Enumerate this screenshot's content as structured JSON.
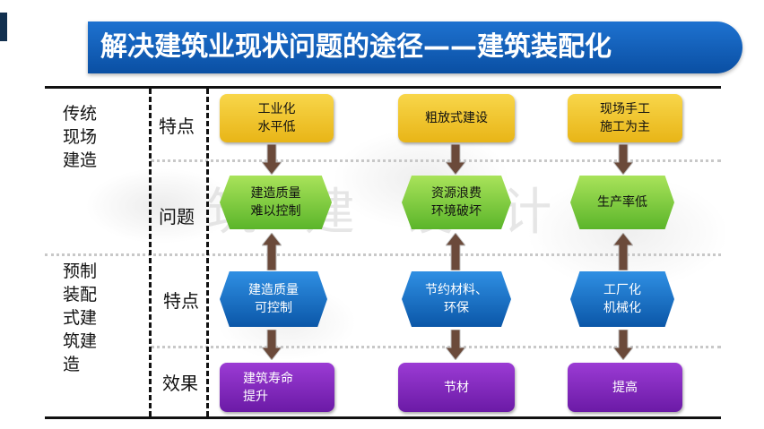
{
  "title": "解决建筑业现状问题的途径——建筑装配化",
  "watermark": "筑 建 设 计",
  "row_labels": {
    "traditional": "传统\n现场\n建造",
    "prefab": "预制\n装配\n式建\n筑建\n造"
  },
  "col_labels": {
    "trad_feature": "特点",
    "trad_problem": "问题",
    "prefab_feature": "特点",
    "prefab_effect": "效果"
  },
  "traditional_features": [
    "工业化\n水平低",
    "粗放式建设",
    "现场手工\n施工为主"
  ],
  "problems": [
    "建造质量\n难以控制",
    "资源浪费\n环境破坏",
    "生产率低"
  ],
  "prefab_features": [
    "建造质量\n可控制",
    "节约材料、\n环保",
    "工厂化\n机械化"
  ],
  "effects": [
    "建筑寿命\n提升",
    "节材",
    "提高"
  ],
  "colors": {
    "title_bar": "#0a4fa3",
    "yellow": "#f0c52a",
    "green": "#7dcb3d",
    "blue": "#1a6fc4",
    "purple": "#7f26b8",
    "arrow": "#6b4a3a"
  }
}
